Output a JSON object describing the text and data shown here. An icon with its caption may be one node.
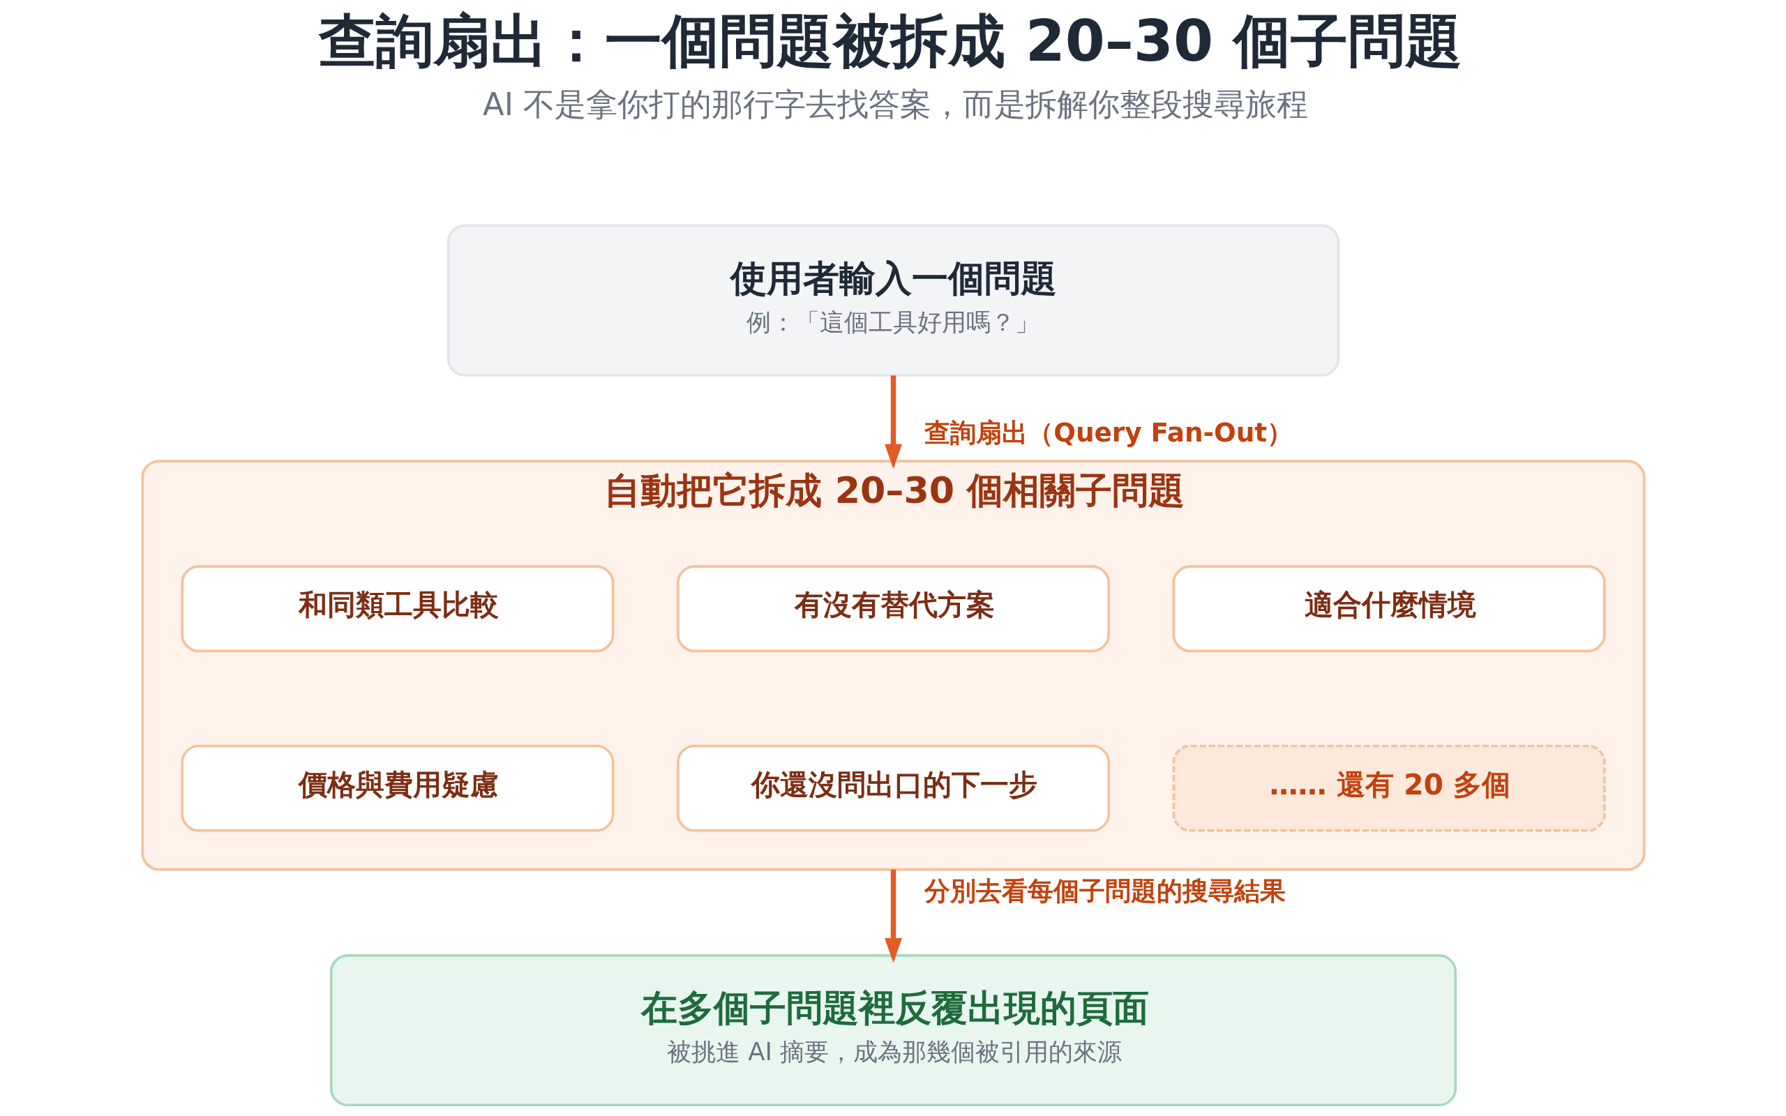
{
  "diagram": {
    "title": "查詢扇出：一個問題被拆成 20–30 個子問題",
    "nodes": [
      {
        "text": [
          "使用者輸入一個問題",
          "例：「這個工具好用嗎？」"
        ]
      },
      {
        "text": [
          "自動把它拆成 20–30 個相關子問題"
        ]
      },
      {
        "text": [
          "和同類工具比較"
        ],
        "in": 1
      },
      {
        "text": [
          "有沒有替代方案"
        ],
        "in": 1
      },
      {
        "text": [
          "適合什麼情境"
        ],
        "in": 1
      },
      {
        "text": [
          "價格與費用疑慮"
        ],
        "in": 1
      },
      {
        "text": [
          "你還沒問出口的下一步"
        ],
        "in": 1
      },
      {
        "text": [
          "…… 還有 20 多個"
        ],
        "in": 1
      },
      {
        "text": [
          "在多個子問題裡反覆出現的頁面",
          "被挑進 AI 摘要，成為那幾個被引用的來源"
        ]
      }
    ],
    "edges": [
      {
        "from": 0,
        "to": 1,
        "arrow": "to",
        "label": "查詢扇出（Query Fan-Out）"
      },
      {
        "from": 1,
        "to": 8,
        "arrow": "to",
        "label": "分別去看每個子問題的搜尋結果"
      }
    ],
    "labels": [
      "AI 不是拿你打的那行字去找答案，而是拆解你整段搜尋旅程"
    ]
  }
}
